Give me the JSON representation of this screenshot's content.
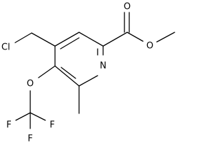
{
  "structure": {
    "atoms": {
      "chlorine": "Cl",
      "ester_carbonyl_oxygen": "O",
      "ester_ether_oxygen": "O",
      "ring_nitrogen": "N",
      "ether_oxygen": "O",
      "fluorine_left": "F",
      "fluorine_middle": "F",
      "fluorine_right": "F"
    }
  }
}
